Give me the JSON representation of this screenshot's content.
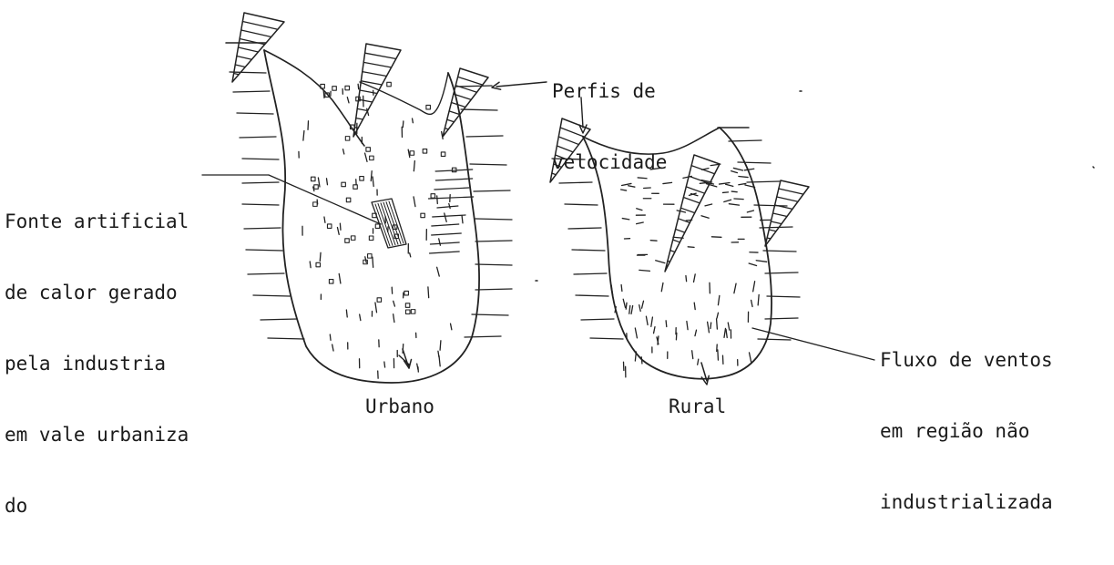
{
  "labels": {
    "velocity_profiles": [
      "Perfis de",
      "velocidade"
    ],
    "heat_source": [
      "Fonte artificial",
      "de calor gerado",
      "pela industria",
      "em vale urbaniza",
      "do"
    ],
    "wind_flow": [
      "Fluxo de ventos",
      "em região não",
      "industrializada"
    ],
    "urban": "Urbano",
    "rural": "Rural"
  }
}
